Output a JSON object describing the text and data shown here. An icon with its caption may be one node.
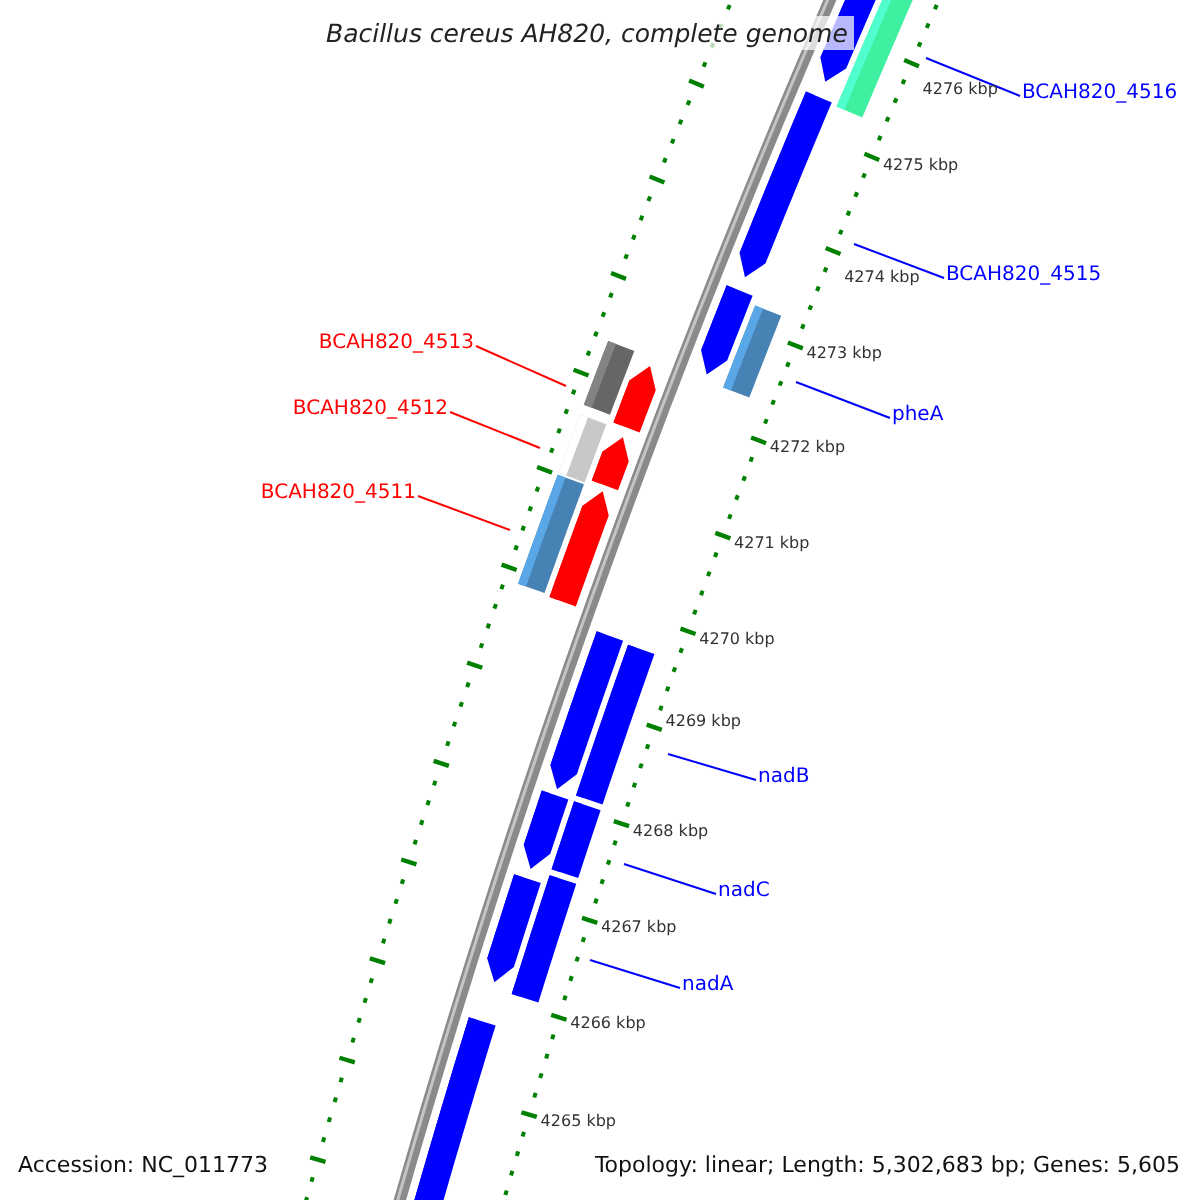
{
  "diagram": {
    "title": "Bacillus cereus AH820, complete genome",
    "nodes": [
      {
        "text": [
          "BCAH820_4516"
        ]
      },
      {
        "text": [
          "BCAH820_4515"
        ]
      },
      {
        "text": [
          "BCAH820_4513"
        ]
      },
      {
        "text": [
          "BCAH820_4512"
        ]
      },
      {
        "text": [
          "pheA"
        ]
      },
      {
        "text": [
          "BCAH820_4511"
        ]
      },
      {
        "text": [
          "nadB"
        ]
      },
      {
        "text": [
          "nadC"
        ]
      },
      {
        "text": [
          "nadA"
        ]
      }
    ],
    "edges": [
      {
        "from": 0,
        "to": null,
        "arrow": "none"
      },
      {
        "from": 1,
        "to": null,
        "arrow": "none"
      },
      {
        "from": 2,
        "to": null,
        "arrow": "none",
        "color": "#ff0000"
      },
      {
        "from": 3,
        "to": null,
        "arrow": "none",
        "color": "#ff0000"
      },
      {
        "from": 4,
        "to": null,
        "arrow": "none"
      },
      {
        "from": 5,
        "to": null,
        "arrow": "none",
        "color": "#ff0000"
      },
      {
        "from": 6,
        "to": null,
        "arrow": "none"
      },
      {
        "from": 7,
        "to": null,
        "arrow": "none"
      },
      {
        "from": 8,
        "to": null,
        "arrow": "none"
      }
    ],
    "labels": [
      "4276 kbp",
      "4275 kbp",
      "4274 kbp",
      "4273 kbp",
      "4272 kbp",
      "4271 kbp",
      "4270 kbp",
      "4269 kbp",
      "4268 kbp",
      "4267 kbp",
      "4266 kbp",
      "4265 kbp",
      "Accession: NC_011773",
      "Topology: linear; Length: 5,302,683 bp; Genes: 5,605"
    ]
  }
}
